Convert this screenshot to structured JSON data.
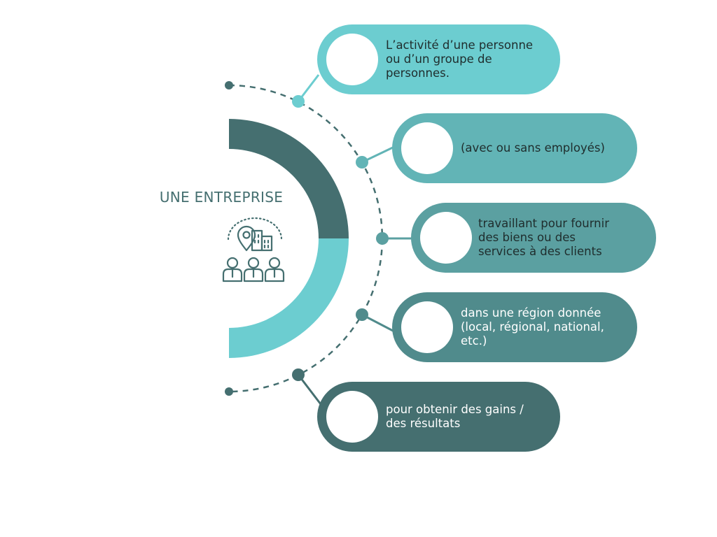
{
  "title": "UNE ENTREPRISE",
  "icon": "business-people-location-icon",
  "colors": {
    "dark": "#456f70",
    "light": "#6ccdd0",
    "item1": "#6ccdd0",
    "item2": "#62b4b6",
    "item3": "#5ba0a1",
    "item4": "#508b8c",
    "item5": "#456f70",
    "text_dark": "#1f2d2d",
    "text_light": "#ffffff"
  },
  "items": [
    {
      "text": "L’activité d’une personne\nou d’un groupe de\npersonnes."
    },
    {
      "text": "(avec ou sans employés)"
    },
    {
      "text": "travaillant pour fournir\ndes biens ou des\nservices à des clients"
    },
    {
      "text": "dans une région donnée\n(local, régional, national,\netc.)"
    },
    {
      "text": "pour obtenir des gains /\ndes résultats"
    }
  ]
}
